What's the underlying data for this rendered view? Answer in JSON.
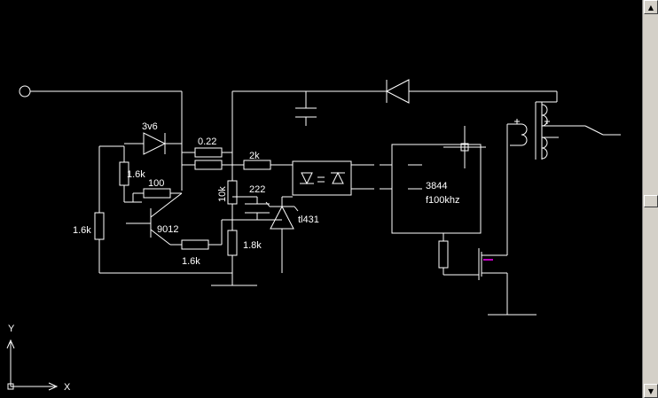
{
  "labels": {
    "zener": "3v6",
    "r_022": "0.22",
    "r_16k_a": "1.6k",
    "r_100": "100",
    "r_2k": "2k",
    "r_10k": "10k",
    "c_222": "222",
    "tl431": "tl431",
    "transistor": "9012",
    "r_16k_b": "1.6k",
    "r_16k_c": "1.6k",
    "r_18k": "1.8k",
    "ic_name": "3844",
    "ic_freq": "f100khz"
  },
  "ucs": {
    "x_label": "X",
    "y_label": "Y"
  },
  "scrollbar": {
    "up_glyph": "▲",
    "down_glyph": "▼"
  },
  "colors": {
    "background": "#000000",
    "wire": "#ffffff",
    "accent": "#c000c0"
  }
}
